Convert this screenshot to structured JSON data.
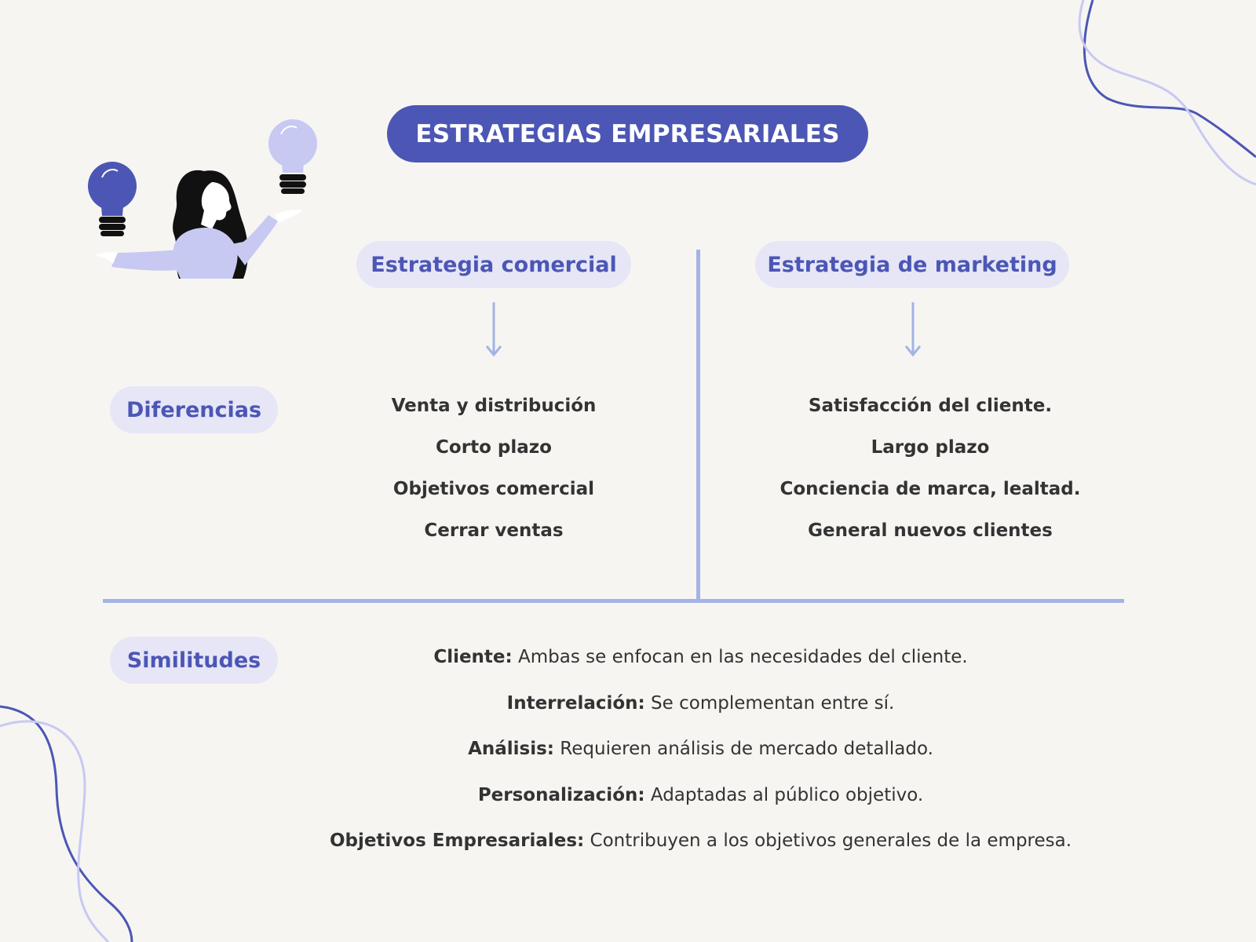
{
  "title": "ESTRATEGIAS EMPRESARIALES",
  "columns": [
    {
      "heading": "Estrategia comercial",
      "items": [
        "Venta y distribución",
        "Corto plazo",
        "Objetivos comercial",
        "Cerrar ventas"
      ]
    },
    {
      "heading": "Estrategia de marketing",
      "items": [
        "Satisfacción del cliente.",
        "Largo plazo",
        "Conciencia de marca, lealtad.",
        "General nuevos clientes"
      ]
    }
  ],
  "row_labels": {
    "differences": "Diferencias",
    "similarities": "Similitudes"
  },
  "similarities": [
    {
      "label": "Cliente:",
      "text": " Ambas se enfocan en las necesidades del cliente."
    },
    {
      "label": "Interrelación:",
      "text": " Se complementan entre sí."
    },
    {
      "label": "Análisis:",
      "text": " Requieren análisis de mercado detallado."
    },
    {
      "label": "Personalización:",
      "text": " Adaptadas al público objetivo."
    },
    {
      "label": "Objetivos Empresariales:",
      "text": " Contribuyen a los objetivos generales de la empresa."
    }
  ],
  "colors": {
    "background": "#f6f5f2",
    "accent": "#4c56b5",
    "pill": "#e6e6f7",
    "line": "#a4b3e6",
    "light_accent": "#c8c9f2",
    "text": "#333333"
  },
  "icons": [
    "lightbulb-icon",
    "woman-illustration",
    "arrow-down-icon",
    "squiggle-decoration"
  ]
}
